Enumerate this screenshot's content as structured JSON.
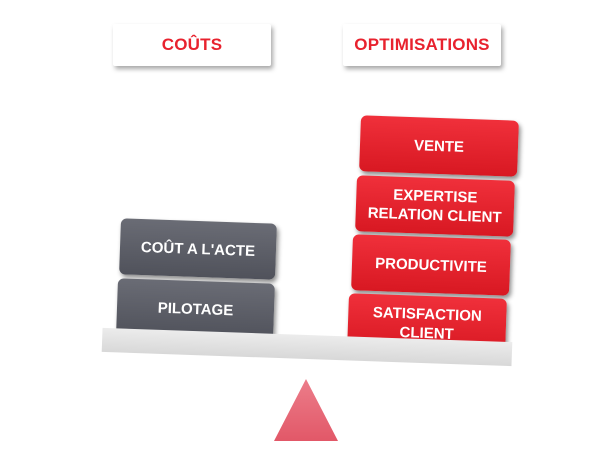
{
  "headers": {
    "left": "COÛTS",
    "right": "OPTIMISATIONS"
  },
  "costs": [
    "COÛT A L'ACTE",
    "PILOTAGE"
  ],
  "optimisations": [
    "VENTE",
    "EXPERTISE\nRELATION CLIENT",
    "PRODUCTIVITE",
    "SATISFACTION\nCLIENT"
  ],
  "colors": {
    "accent_red": "#e8222e",
    "box_gray": "#5c5e67",
    "beam_gray": "#e0e0e0",
    "fulcrum_pink": "#e56a78"
  }
}
